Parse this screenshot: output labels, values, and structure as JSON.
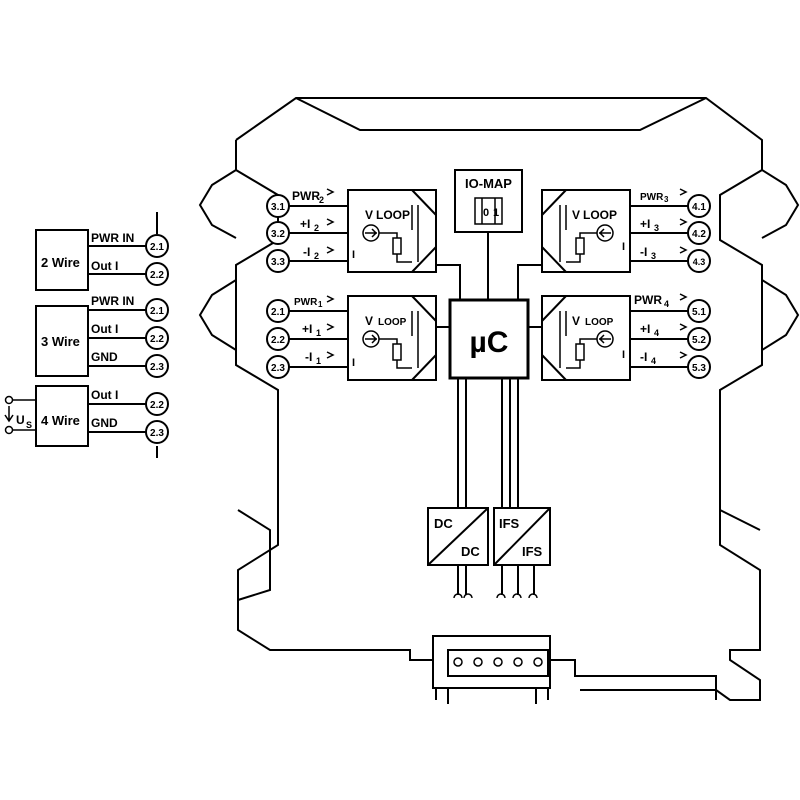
{
  "wiring": {
    "two_wire": {
      "label": "2 Wire",
      "pwr": "PWR IN",
      "out": "Out I",
      "t1": "2.1",
      "t2": "2.2"
    },
    "three_wire": {
      "label": "3 Wire",
      "pwr": "PWR IN",
      "out": "Out I",
      "gnd": "GND",
      "t1": "2.1",
      "t2": "2.2",
      "t3": "2.3"
    },
    "four_wire": {
      "label": "4 Wire",
      "out": "Out I",
      "gnd": "GND",
      "us": "U",
      "us_sub": "S",
      "t1": "2.2",
      "t2": "2.3"
    }
  },
  "terminals": {
    "ch3": [
      "3.1",
      "3.2",
      "3.3"
    ],
    "ch2": [
      "2.1",
      "2.2",
      "2.3"
    ],
    "ch4": [
      "4.1",
      "4.2",
      "4.3"
    ],
    "ch5": [
      "5.1",
      "5.2",
      "5.3"
    ]
  },
  "channels": {
    "ch3": {
      "pwr": "PWR",
      "pwr_sub": "2",
      "plus": "+I",
      "plus_sub": "2",
      "minus": "-I",
      "minus_sub": "2"
    },
    "ch2": {
      "pwr": "PWR",
      "pwr_sub": "1",
      "plus": "+I",
      "plus_sub": "1",
      "minus": "-I",
      "minus_sub": "1"
    },
    "ch4": {
      "pwr": "PWR",
      "pwr_sub": "3",
      "plus": "+I",
      "plus_sub": "3",
      "minus": "-I",
      "minus_sub": "3"
    },
    "ch5": {
      "pwr": "PWR",
      "pwr_sub": "4",
      "plus": "+I",
      "plus_sub": "4",
      "minus": "-I",
      "minus_sub": "4"
    }
  },
  "loop": {
    "v": "V",
    "loop": "LOOP",
    "i": "I"
  },
  "io_map": {
    "label": "IO-MAP",
    "bit0": "0",
    "bit1": "1"
  },
  "mcu": {
    "label": "µC"
  },
  "dcdc": {
    "top": "DC",
    "bottom": "DC"
  },
  "ifs": {
    "top": "IFS",
    "bottom": "IFS"
  }
}
